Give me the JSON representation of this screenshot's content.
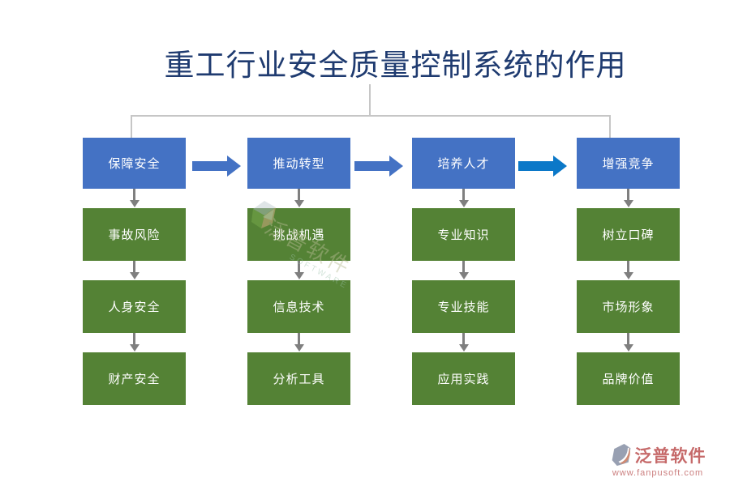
{
  "title": "重工行业安全质量控制系统的作用",
  "columns": [
    {
      "header": "保障安全",
      "items": [
        "事故风险",
        "人身安全",
        "财产安全"
      ]
    },
    {
      "header": "推动转型",
      "items": [
        "挑战机遇",
        "信息技术",
        "分析工具"
      ]
    },
    {
      "header": "培养人才",
      "items": [
        "专业知识",
        "专业技能",
        "应用实践"
      ]
    },
    {
      "header": "增强竞争",
      "items": [
        "树立口碑",
        "市场形象",
        "品牌价值"
      ]
    }
  ],
  "h_arrows": [
    {
      "color": "#4472c4"
    },
    {
      "color": "#4472c4"
    },
    {
      "color": "#0b78c8"
    }
  ],
  "colors": {
    "header_box": "#4472c4",
    "item_box": "#548235",
    "connector": "#c6c6c6",
    "arrow_gray": "#7f7f7f",
    "title": "#1f3b70",
    "brand": "#c66a6a"
  },
  "watermark": {
    "text": "泛普软件",
    "subtext": "SOFTWARE"
  },
  "footer": {
    "brand": "泛普软件",
    "url": "www.fanpusoft.com"
  }
}
